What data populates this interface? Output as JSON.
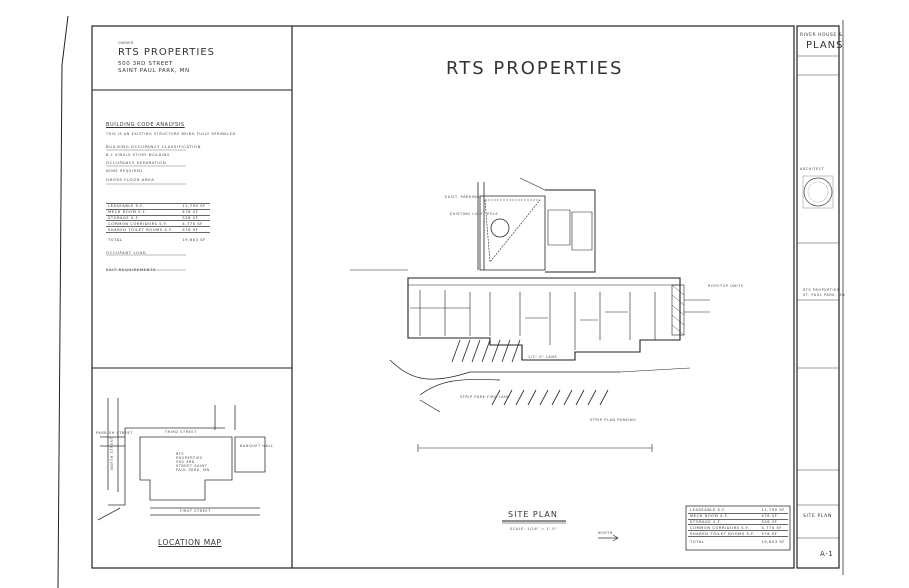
{
  "title": {
    "heading": "RTS PROPERTIES",
    "company": "RTS PROPERTIES",
    "address_line1": "500 3RD STREET",
    "address_line2": "SAINT PAUL PARK, MN"
  },
  "code_analysis": {
    "heading": "BUILDING CODE ANALYSIS",
    "intro": "THIS IS AN EXISTING STRUCTURE BEING FULLY SPRINKLED",
    "sections": [
      {
        "title": "BUILDING OCCUPANCY CLASSIFICATION",
        "text": "B-1 SINGLE STORY BUILDING"
      },
      {
        "title": "OCCUPANCY SEPARATION",
        "text": "NONE REQUIRED"
      },
      {
        "title": "GROSS FLOOR AREA",
        "text": ""
      }
    ],
    "areas": [
      {
        "label": "LEASEABLE S.F.",
        "value": "11,790 SF"
      },
      {
        "label": "MECH ROOM S.F.",
        "value": "476 SF"
      },
      {
        "label": "STORAGE S.F.",
        "value": "526 SF"
      },
      {
        "label": "COMMON CORRIDORS S.F.",
        "value": "4,770 SF"
      },
      {
        "label": "SHARED TOILET ROOMS S.F.",
        "value": "576 SF"
      }
    ],
    "total_label": "TOTAL",
    "total_value": "19,603 SF",
    "occupant_load_title": "OCCUPANT LOAD",
    "exit_title": "EXIT REQUIREMENTS"
  },
  "location_map": {
    "title": "LOCATION MAP",
    "streets": [
      "PARRISH STREET",
      "NORTH STREET",
      "FIRST STREET",
      "THIRD STREET"
    ],
    "labels": [
      "RTS PROPERTIES 500 3RD STREET SAINT PAUL PARK, MN",
      "BANQUET HALL"
    ]
  },
  "site_plan": {
    "title": "SITE PLAN",
    "scale": "SCALE: 1/16\" = 1'-0\"",
    "north_label": "NORTH",
    "notes": [
      "EXIST. PARKING",
      "EXISTING LIGHT POLE",
      "1/2\"-0\" LANE",
      "STRIP PARK FIRE LANE",
      "STRIP PLAN PARKING",
      "ROOFTOP UNITS"
    ],
    "areas": [
      {
        "label": "LEASEABLE S.F.",
        "value": "11,790 SF"
      },
      {
        "label": "MECH ROOM S.F.",
        "value": "476 SF"
      },
      {
        "label": "STORAGE S.F.",
        "value": "526 SF"
      },
      {
        "label": "COMMON CORRIDORS S.F.",
        "value": "4,770 SF"
      },
      {
        "label": "SHARED TOILET ROOMS S.F.",
        "value": "576 SF"
      }
    ],
    "total_label": "TOTAL",
    "total_value": "19,603 SF"
  },
  "title_block": {
    "firm_line1": "RIVER HOUSE &",
    "firm_line2": "PLANS",
    "architect_label": "ARCHITECT",
    "project_name": "RTS PROPERTIES",
    "project_city": "ST. PAUL PARK, MN",
    "sheet_title": "SITE PLAN",
    "sheet_number": "A-1"
  }
}
